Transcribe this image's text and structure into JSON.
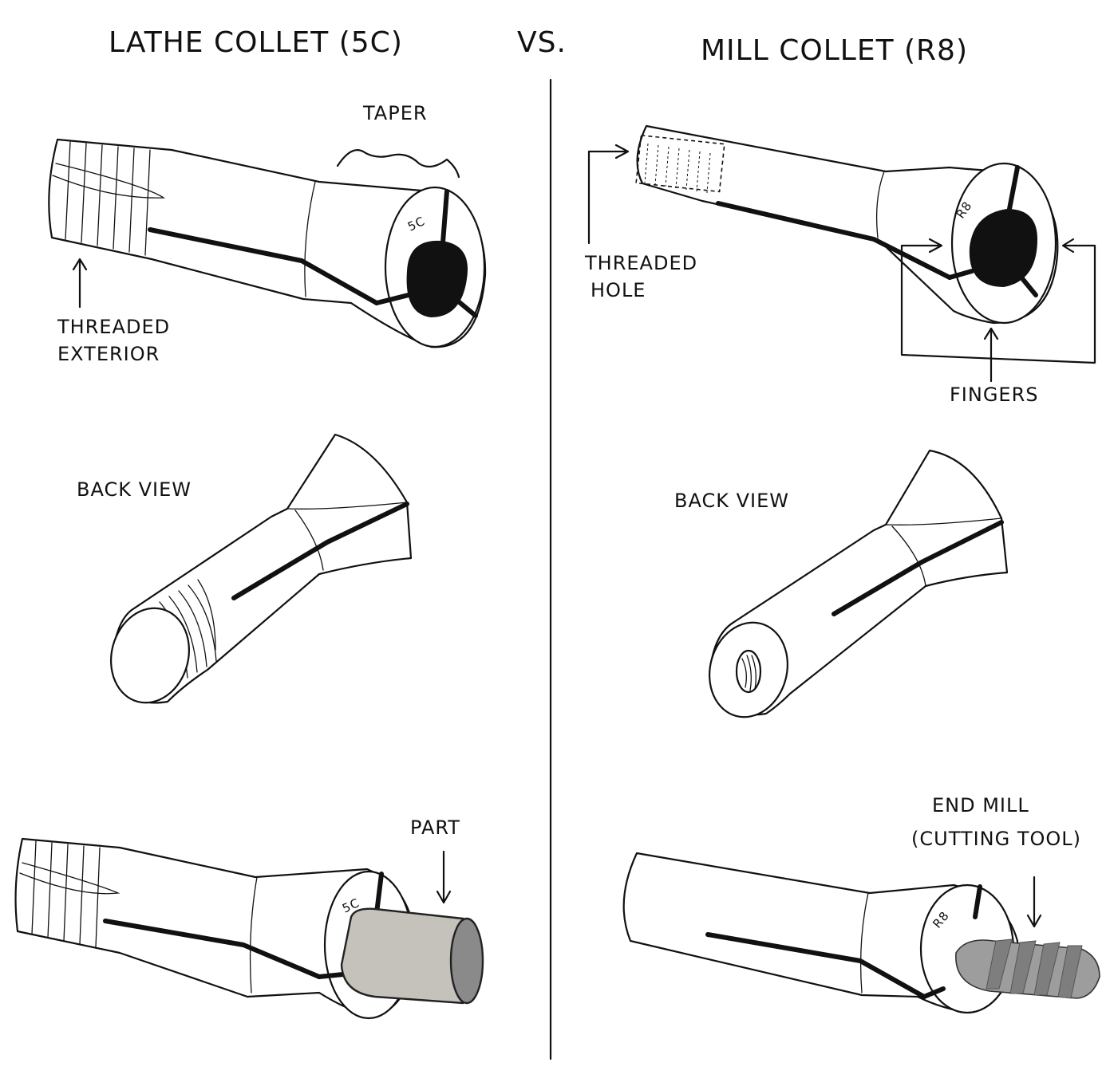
{
  "headers": {
    "left": "LATHE COLLET (5C)",
    "vs": "VS.",
    "right": "MILL COLLET (R8)"
  },
  "lathe": {
    "taper": "TAPER",
    "threaded_exterior_line1": "THREADED",
    "threaded_exterior_line2": "EXTERIOR",
    "face_mark": "5C",
    "back_view": "BACK VIEW",
    "part": "PART"
  },
  "mill": {
    "threaded_hole_line1": "THREADED",
    "threaded_hole_line2": "HOLE",
    "face_mark": "R8",
    "fingers": "FINGERS",
    "back_view": "BACK VIEW",
    "end_mill_line1": "END MILL",
    "end_mill_line2": "(CUTTING TOOL)"
  },
  "colors": {
    "ink": "#111111",
    "part_fill": "#c4c2bb",
    "tool_fill": "#9d9d9d"
  }
}
